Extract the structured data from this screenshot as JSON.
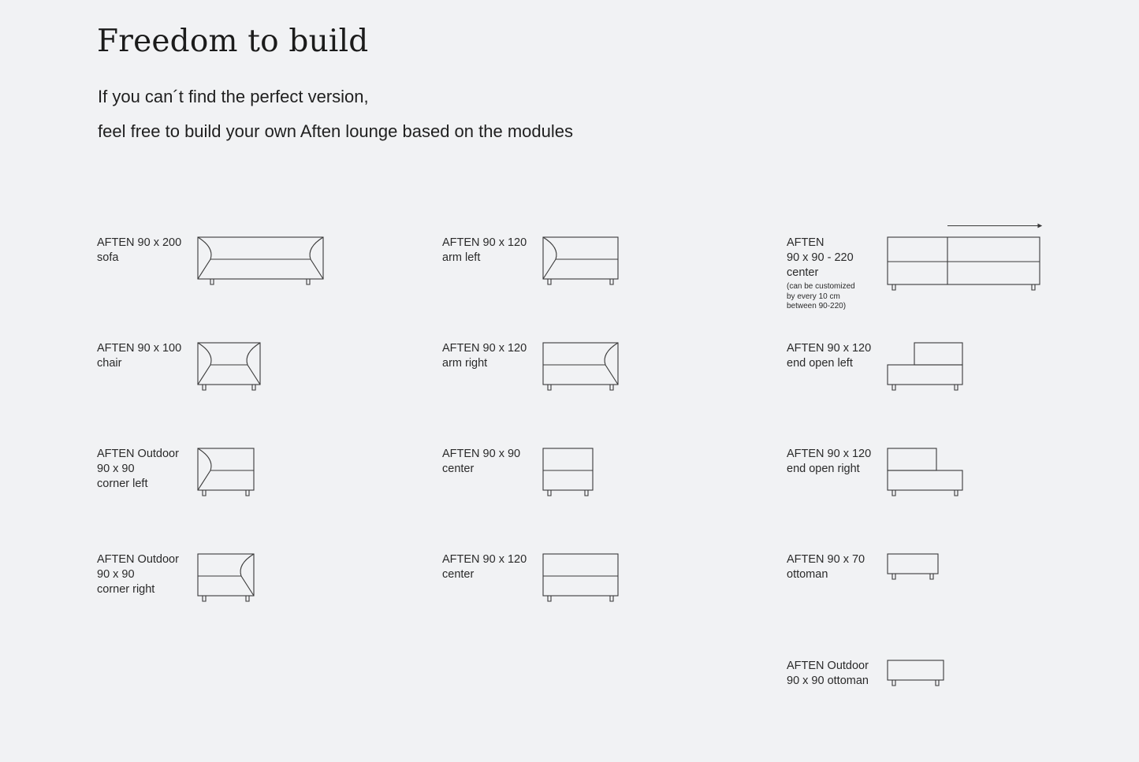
{
  "header": {
    "title": "Freedom to build",
    "line1": "If you can´t find the perfect version,",
    "line2": "feel free to build your own Aften lounge based on the modules"
  },
  "modules": {
    "sofa": [
      "AFTEN 90 x 200",
      "sofa"
    ],
    "arm_left": [
      "AFTEN 90 x 120",
      "arm left"
    ],
    "center_custom": [
      "AFTEN",
      "90 x 90 - 220",
      "center"
    ],
    "center_custom_note": [
      "(can be customized",
      "by every 10 cm",
      "between 90-220)"
    ],
    "chair": [
      "AFTEN 90 x 100",
      "chair"
    ],
    "arm_right": [
      "AFTEN 90 x 120",
      "arm right"
    ],
    "end_open_left": [
      "AFTEN 90 x 120",
      "end open left"
    ],
    "corner_left": [
      "AFTEN Outdoor",
      "90 x 90",
      "corner left"
    ],
    "center_90": [
      "AFTEN 90 x 90",
      "center"
    ],
    "end_open_right": [
      "AFTEN 90 x 120",
      "end open right"
    ],
    "corner_right": [
      "AFTEN Outdoor",
      "90 x 90",
      "corner right"
    ],
    "center_120": [
      "AFTEN 90 x 120",
      "center"
    ],
    "ottoman_70": [
      "AFTEN 90 x 70",
      "ottoman"
    ],
    "ottoman_outdoor": [
      "AFTEN Outdoor",
      "90 x 90 ottoman"
    ]
  }
}
